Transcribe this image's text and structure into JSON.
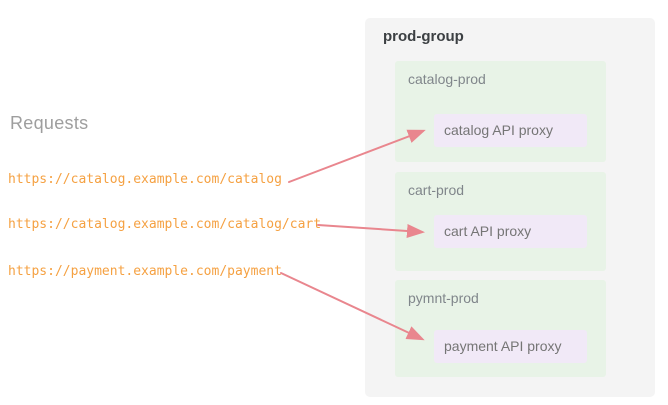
{
  "colors": {
    "arrow": "#E9868E",
    "url_text": "#F5A142",
    "group_bg": "#F4F4F4",
    "env_bg": "#E8F3E7",
    "proxy_bg": "#F1E9F7",
    "heading_text": "#9E9E9E",
    "group_title_text": "#3C4043",
    "label_text": "#80868B",
    "proxy_text": "#757575"
  },
  "left": {
    "heading": "Requests",
    "urls": [
      {
        "text": "https://catalog.example.com/catalog"
      },
      {
        "text": "https://catalog.example.com/catalog/cart"
      },
      {
        "text": "https://payment.example.com/payment"
      }
    ]
  },
  "group": {
    "title": "prod-group",
    "environments": [
      {
        "name": "catalog-prod",
        "proxy": "catalog API proxy"
      },
      {
        "name": "cart-prod",
        "proxy": "cart API proxy"
      },
      {
        "name": "pymnt-prod",
        "proxy": "payment API proxy"
      }
    ]
  },
  "arrows": [
    {
      "from": "url-catalog",
      "to": "catalog-api-proxy"
    },
    {
      "from": "url-catalog-cart",
      "to": "cart-api-proxy"
    },
    {
      "from": "url-payment",
      "to": "payment-api-proxy"
    }
  ]
}
